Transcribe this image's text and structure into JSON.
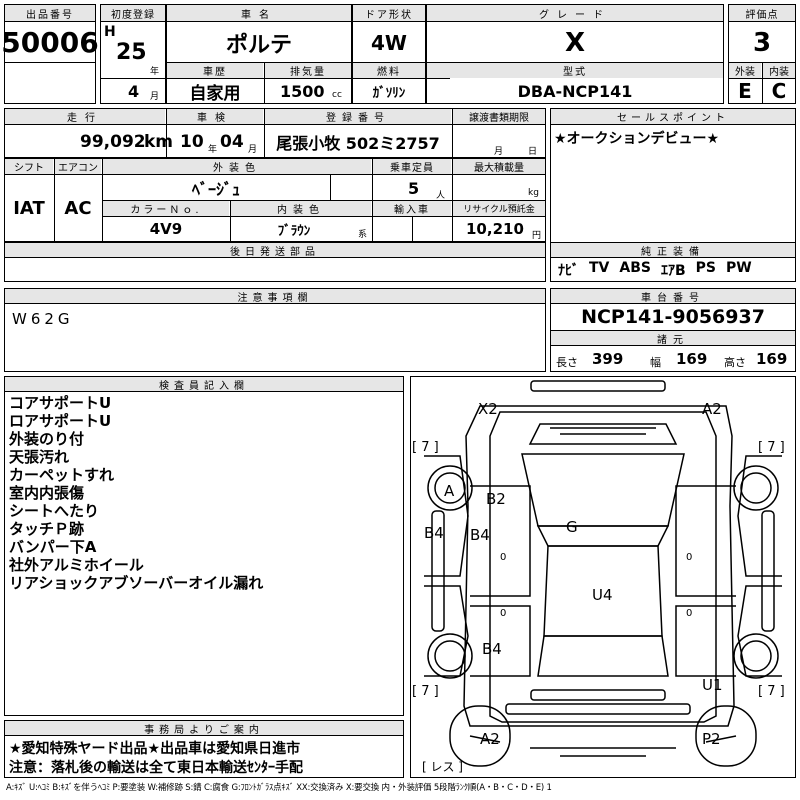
{
  "lot": {
    "label": "出品番号",
    "value": "50006"
  },
  "first_reg": {
    "label": "初度登録",
    "era": "H",
    "year": "25",
    "year_unit": "年",
    "month": "4",
    "month_unit": "月"
  },
  "car_name": {
    "label": "車名",
    "value": "ポルテ"
  },
  "door": {
    "label": "ドア形状",
    "value": "4W"
  },
  "grade": {
    "label": "グレード",
    "value": "X"
  },
  "score": {
    "label": "評価点",
    "value": "3"
  },
  "history": {
    "label": "車歴",
    "value": "自家用"
  },
  "displacement": {
    "label": "排気量",
    "value": "1500",
    "unit": "cc"
  },
  "fuel": {
    "label": "燃料",
    "value": "ｶﾞｿﾘﾝ"
  },
  "model": {
    "label": "型式",
    "value": "DBA-NCP141"
  },
  "ext_int": {
    "ext_label": "外装",
    "int_label": "内装",
    "ext": "E",
    "int": "C"
  },
  "mileage": {
    "label": "走行",
    "value": "99,092",
    "unit": "km"
  },
  "inspection": {
    "label": "車検",
    "year": "10",
    "year_unit": "年",
    "month": "04",
    "month_unit": "月"
  },
  "plate": {
    "label": "登録番号",
    "value": "尾張小牧 502ミ2757"
  },
  "transfer": {
    "label": "譲渡書類期限",
    "month_unit": "月",
    "day_unit": "日"
  },
  "sales_point": {
    "label": "セールスポイント",
    "text": "★オークションデビュー★"
  },
  "shift": {
    "label": "シフト",
    "value": "IAT"
  },
  "aircon": {
    "label": "エアコン",
    "value": "AC"
  },
  "ext_color": {
    "label": "外装色",
    "value": "ﾍﾞｰｼﾞｭ"
  },
  "capacity": {
    "label": "乗車定員",
    "value": "5",
    "unit": "人"
  },
  "max_load": {
    "label": "最大積載量",
    "unit": "kg"
  },
  "color_no": {
    "label": "カラーＮｏ.",
    "value": "4V9"
  },
  "int_color": {
    "label": "内装色",
    "value": "ﾌﾞﾗｳﾝ",
    "suffix": "系"
  },
  "import": {
    "label": "輸入車"
  },
  "recycle": {
    "label": "リサイクル預託金",
    "value": "10,210",
    "unit": "円"
  },
  "later_parts": {
    "label": "後日発送部品"
  },
  "equipment": {
    "label": "純正装備",
    "items": [
      "ﾅﾋﾞ",
      "TV",
      "ABS",
      "ｴｱB",
      "PS",
      "PW"
    ]
  },
  "caution": {
    "label": "注意事項欄",
    "text": "W62G"
  },
  "chassis": {
    "label": "車台番号",
    "value": "NCP141-9056937"
  },
  "dimensions": {
    "label": "諸元",
    "length_label": "長さ",
    "length": "399",
    "width_label": "幅",
    "width": "169",
    "height_label": "高さ",
    "height": "169"
  },
  "inspector": {
    "label": "検査員記入欄",
    "notes": [
      "コアサポートU",
      "ロアサポートU",
      "外装のり付",
      "天張汚れ",
      "カーペットすれ",
      "室内内張傷",
      "シートへたり",
      "タッチＰ跡",
      "バンパー下A",
      "社外アルミホイール",
      "リアショックアブソーバーオイル漏れ"
    ]
  },
  "office": {
    "label": "事務局よりご案内",
    "line1": "★愛知特殊ヤード出品★出品車は愛知県日進市",
    "line2": "注意：落札後の輸送は全て東日本輸送ｾﾝﾀｰ手配"
  },
  "diagram": {
    "marks": [
      "X2",
      "A2",
      "A",
      "B2",
      "B4",
      "B4",
      "G",
      "U4",
      "B4",
      "U1",
      "A2",
      "P2"
    ],
    "tread": [
      "[ 7 ]",
      "[ 7 ]",
      "[ 7 ]",
      "[ 7 ]"
    ],
    "spare": "[ レス ]",
    "tread_small": [
      "0",
      "0",
      "0",
      "0"
    ]
  },
  "legend": "A:ｷｽﾞ U:ﾍｺﾐ B:ｷｽﾞを伴うﾍｺﾐ P:要塗装 W:補修跡 S:錆 C:腐食 G:ﾌﾛﾝﾄｶﾞﾗｽ点ｷｽﾞ XX:交換済み X:要交換 内・外装評価 5段階ﾗﾝｸ順(A・B・C・D・E) 1",
  "colors": {
    "header_bg": "#e6e6e6",
    "border": "#000000"
  }
}
